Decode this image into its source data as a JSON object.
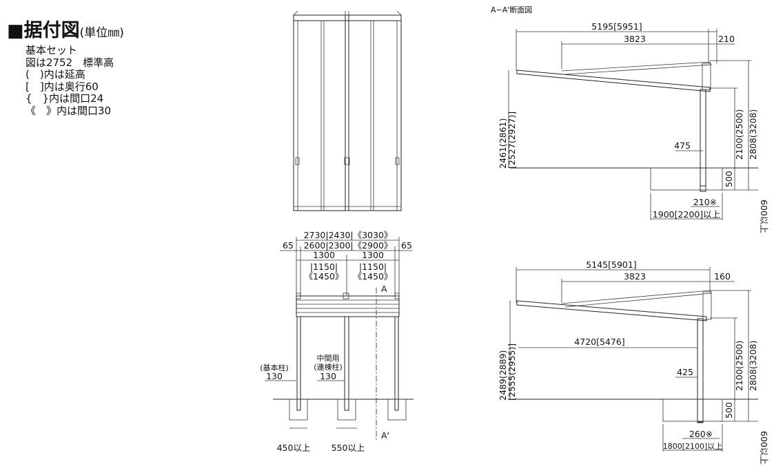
{
  "legend": {
    "square": "■",
    "title": "据付図",
    "unit": "(単位㎜)",
    "lines": [
      "基本セット",
      "図は2752　標準高",
      "(　)内は延高",
      "[　]内は奥行60",
      "{　}内は間口24",
      "《　》内は間口30"
    ]
  },
  "front_view": {
    "overall": "2730|2430|《3030》",
    "side_left": "65",
    "inner": "2600|2300|《2900》",
    "side_right": "65",
    "half_left": "1300",
    "half_right": "1300",
    "alt_left_1": "|1150|",
    "alt_left_2": "《1450》",
    "alt_right_1": "|1150|",
    "alt_right_2": "《1450》",
    "section_top": "A",
    "section_bottom": "A'",
    "post_basic_label": "(基本柱)",
    "post_basic_size": "130",
    "post_mid_label_1": "中間用",
    "post_mid_label_2": "(連棟柱)",
    "post_mid_size": "130",
    "found_left": "450以上",
    "found_right": "550以上"
  },
  "section_top": {
    "title": "A−A'断面図",
    "overall": "5195[5951]",
    "roof": "3823",
    "overhang": "210",
    "height_a": "2461(2861)",
    "height_b": "[2527(2927)]",
    "post_h": "2100(2500)",
    "top_h": "2808(3208)",
    "inset": "475",
    "depth": "500",
    "bury": "600以上",
    "base_w": "210※",
    "base_total": "1900[2200]以上"
  },
  "section_bottom": {
    "overall": "5145[5901]",
    "roof": "3823",
    "overhang": "160",
    "height_a": "2489(2889)",
    "height_b": "[2555(2955)]",
    "inner_span": "4720[5476]",
    "post_h": "2100(2500)",
    "top_h": "2808(3208)",
    "inset": "425",
    "depth": "500",
    "bury": "600以上",
    "base_w": "260※",
    "base_total": "1800[2100]以上"
  }
}
